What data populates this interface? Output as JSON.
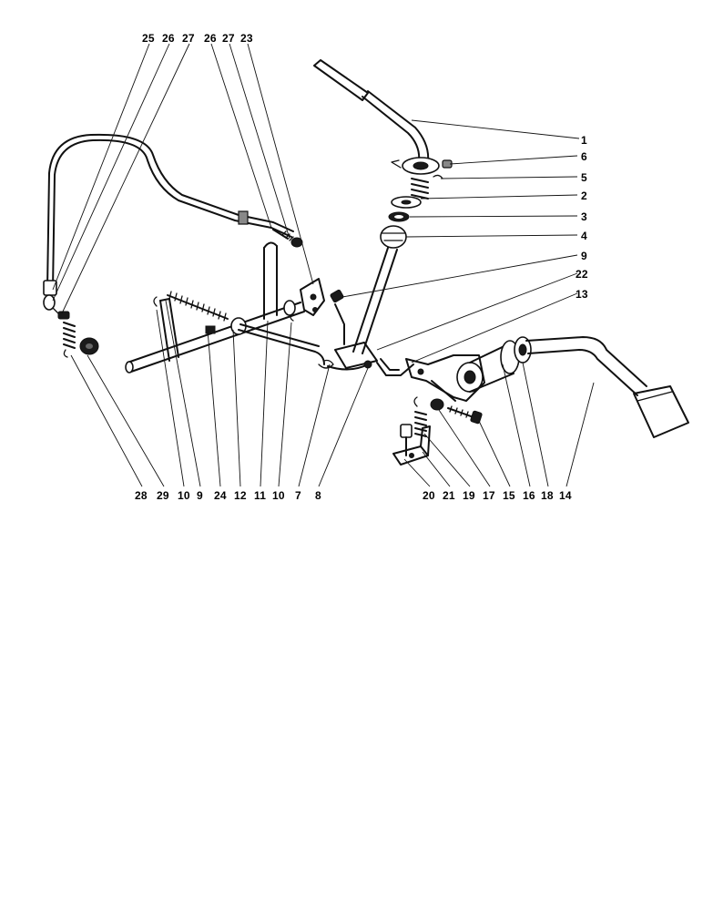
{
  "top_labels": [
    "25",
    "26",
    "27",
    "26",
    "27",
    "23"
  ],
  "right_labels": [
    "1",
    "6",
    "5",
    "2",
    "3",
    "4",
    "9",
    "22",
    "13"
  ],
  "bottom_left_labels": [
    "28",
    "29",
    "10",
    "9",
    "24",
    "12",
    "11",
    "10",
    "7",
    "8"
  ],
  "bottom_right_labels": [
    "20",
    "21",
    "19",
    "17",
    "15",
    "16",
    "18",
    "14"
  ]
}
